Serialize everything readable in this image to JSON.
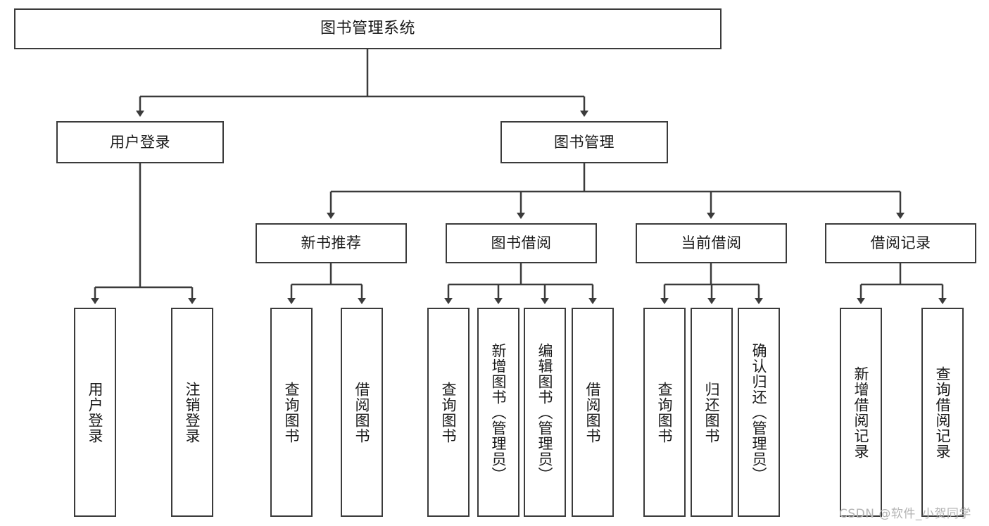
{
  "diagram": {
    "title": "图书管理系统",
    "type": "tree-hierarchy-chart",
    "root": {
      "label": "图书管理系统"
    },
    "level2": [
      {
        "label": "用户登录"
      },
      {
        "label": "图书管理"
      }
    ],
    "level3": [
      {
        "label": "新书推荐"
      },
      {
        "label": "图书借阅"
      },
      {
        "label": "当前借阅"
      },
      {
        "label": "借阅记录"
      }
    ],
    "leaves": {
      "user_login": [
        {
          "label": "用户登录"
        },
        {
          "label": "注销登录"
        }
      ],
      "new_book_recommend": [
        {
          "label": "查询图书"
        },
        {
          "label": "借阅图书"
        }
      ],
      "book_borrow": [
        {
          "label": "查询图书"
        },
        {
          "label": "新增图书（管理员）"
        },
        {
          "label": "编辑图书（管理员）"
        },
        {
          "label": "借阅图书"
        }
      ],
      "current_borrow": [
        {
          "label": "查询图书"
        },
        {
          "label": "归还图书"
        },
        {
          "label": "确认归还（管理员）"
        }
      ],
      "borrow_record": [
        {
          "label": "新增借阅记录"
        },
        {
          "label": "查询借阅记录"
        }
      ]
    }
  },
  "watermark": {
    "text": "CSDN @软件_小贺同学"
  },
  "colors": {
    "border": "#3b3b3b",
    "background": "#ffffff",
    "text": "#1a1a1a",
    "watermark": "#b4b4b4"
  }
}
